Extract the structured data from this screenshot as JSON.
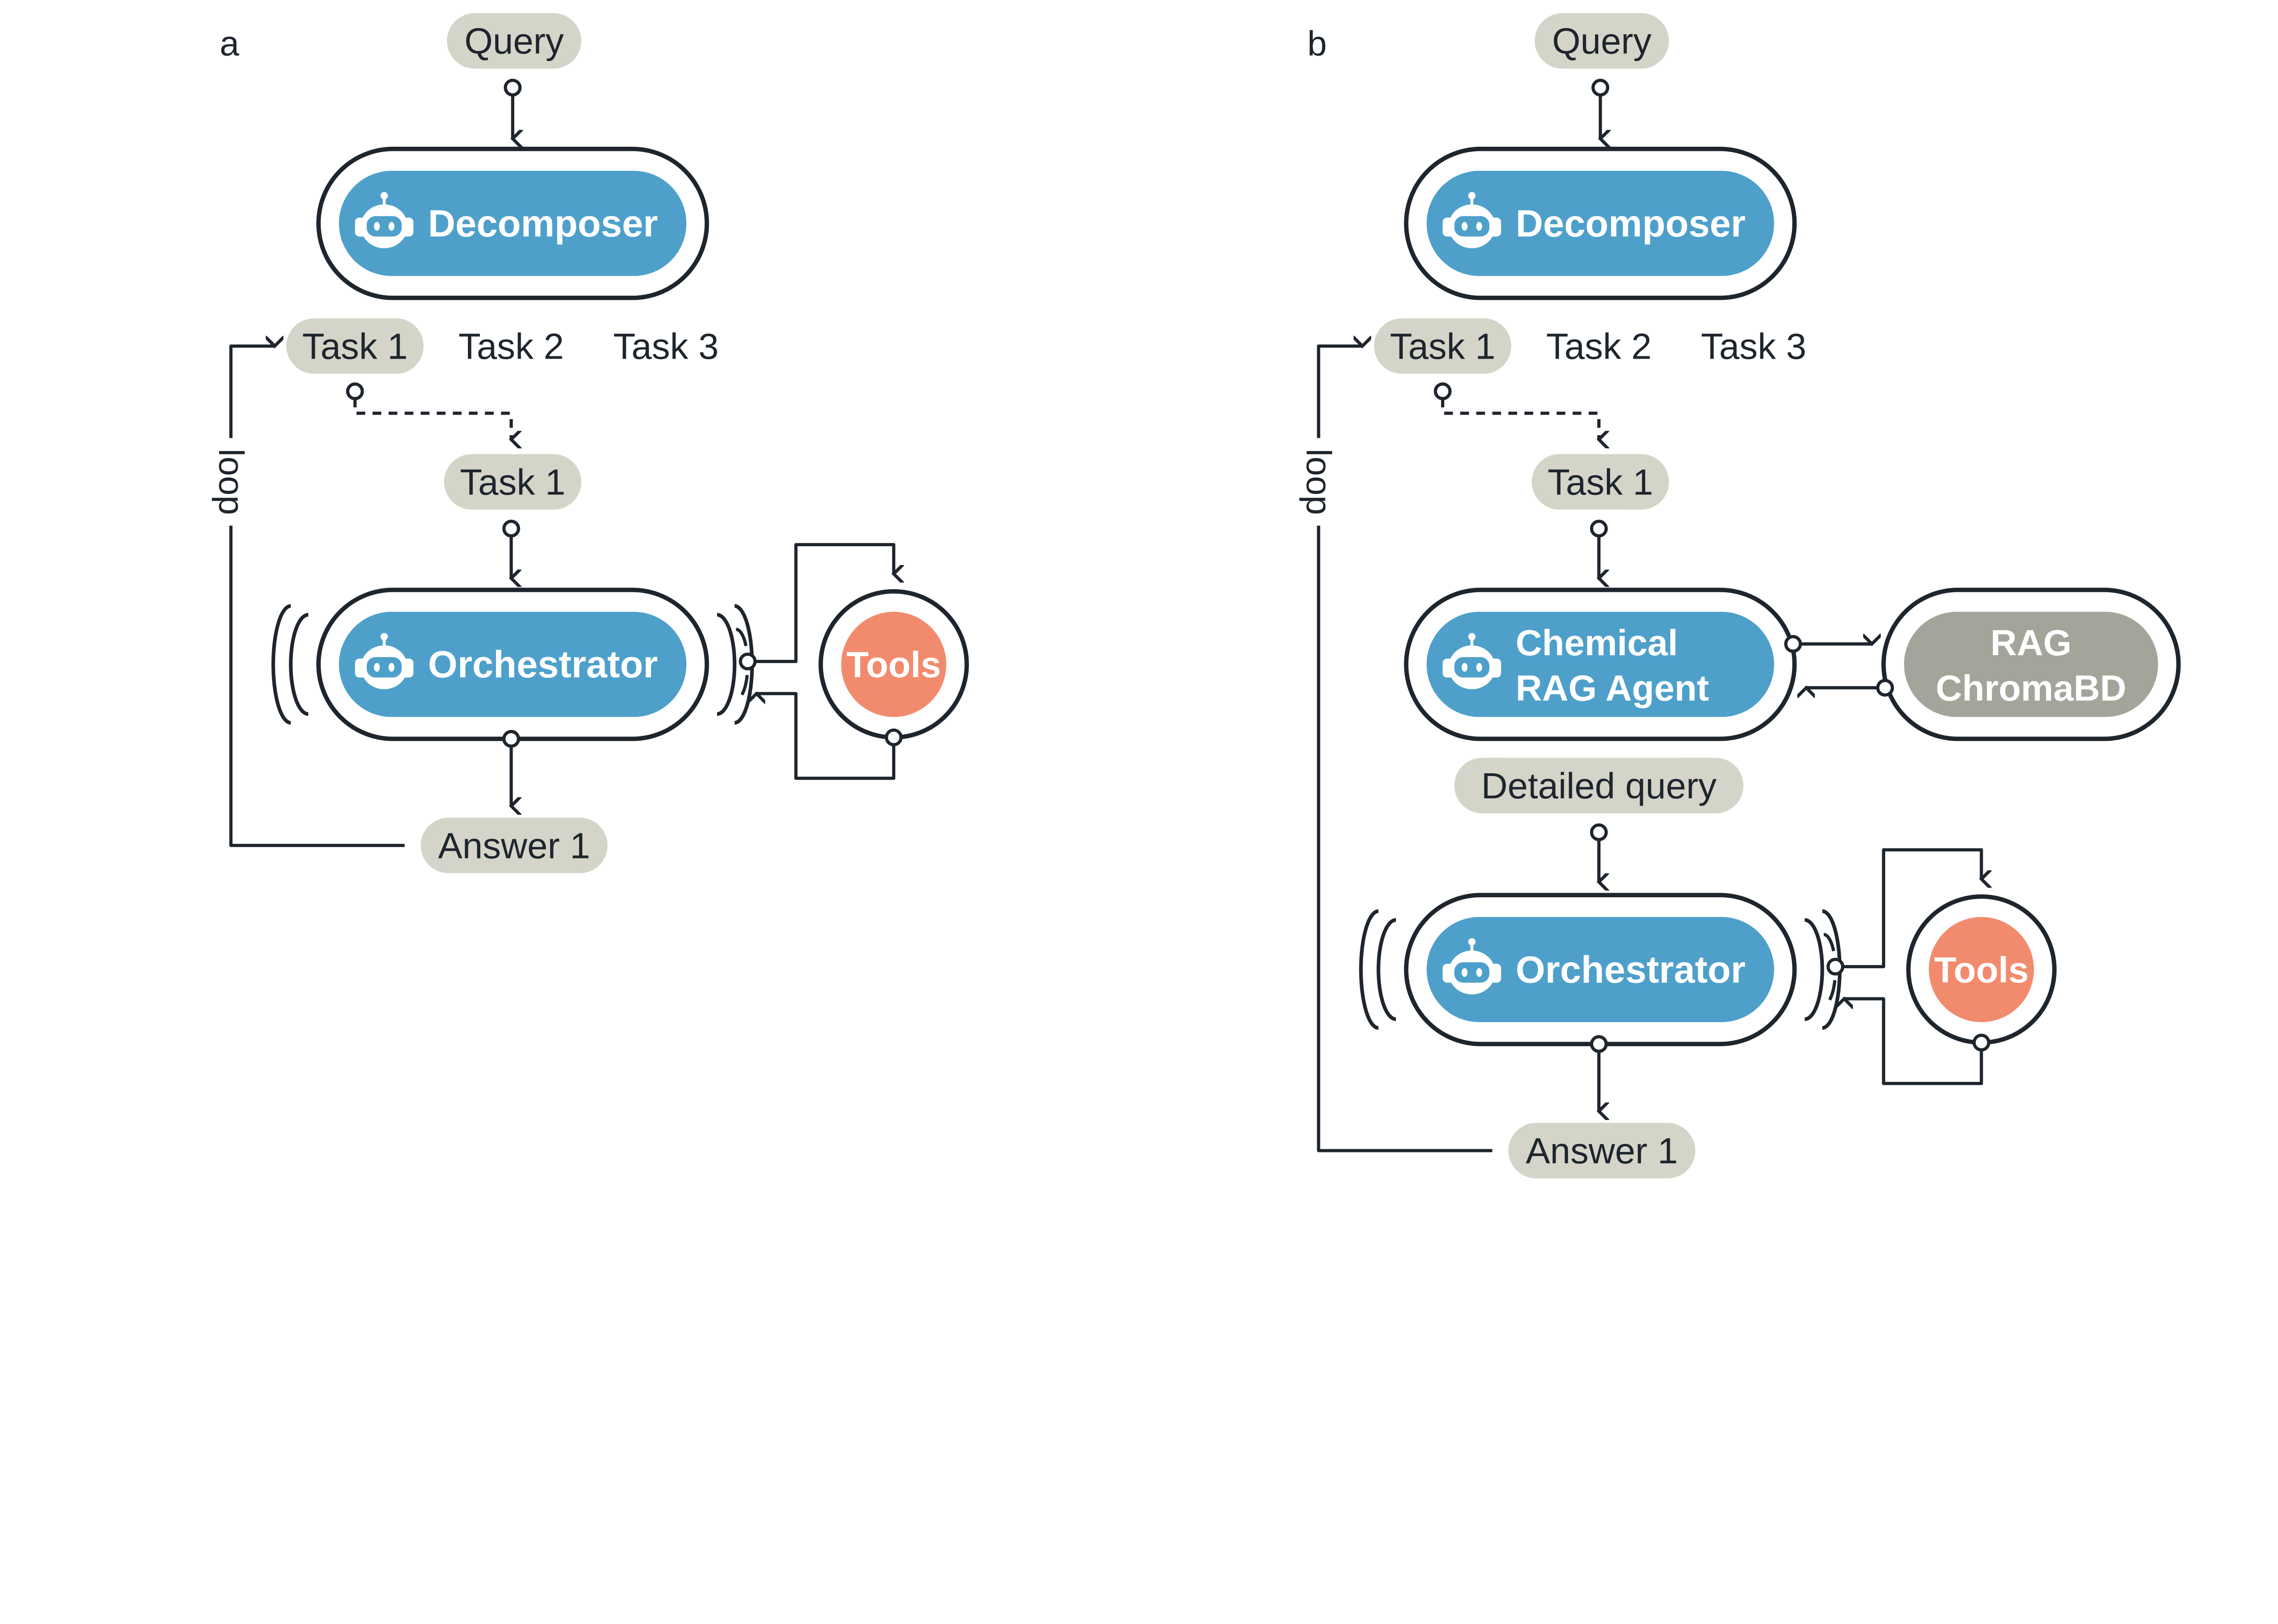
{
  "colors": {
    "agent": "#4EA0CB",
    "stroke": "#1E252D",
    "tag": "#D4D4C9",
    "tools": "#F28B6E",
    "rag": "#A4A49B",
    "text": "#1E252D"
  },
  "panels": [
    {
      "label": "a",
      "query": "Query",
      "decomposer": "Decomposer",
      "tasks": [
        "Task 1",
        "Task 2",
        "Task 3"
      ],
      "current_task": "Task 1",
      "loop": "loop",
      "orchestrator": "Orchestrator",
      "tools": "Tools",
      "answer": "Answer 1"
    },
    {
      "label": "b",
      "query": "Query",
      "decomposer": "Decomposer",
      "tasks": [
        "Task 1",
        "Task 2",
        "Task 3"
      ],
      "current_task": "Task 1",
      "loop": "loop",
      "rag_agent": [
        "Chemical",
        "RAG Agent"
      ],
      "rag_store": [
        "RAG",
        "ChromaBD"
      ],
      "detailed_query": "Detailed query",
      "orchestrator": "Orchestrator",
      "tools": "Tools",
      "answer": "Answer 1"
    }
  ]
}
